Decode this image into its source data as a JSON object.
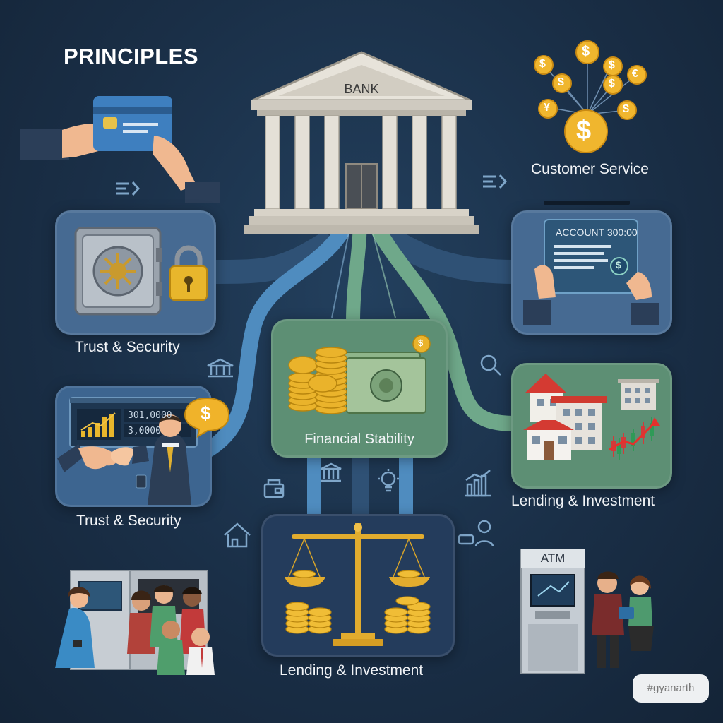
{
  "header": {
    "title": "PRINCIPLES"
  },
  "bank": {
    "sign": "BANK"
  },
  "sections": {
    "customer_service": {
      "label": "Customer Service"
    },
    "trust_security_top": {
      "label": "Trust & Security"
    },
    "trust_security_bottom": {
      "label": "Trust & Security"
    },
    "financial_stability": {
      "label": "Financial Stability"
    },
    "lending_investment_right": {
      "label": "Lending & Investment"
    },
    "lending_investment_bottom": {
      "label": "Lending & Investment"
    }
  },
  "account_card": {
    "title": "ACCOUNT 300:00"
  },
  "chart_screen": {
    "value1": "301,0000",
    "value2": "3,0000"
  },
  "atm": {
    "sign": "ATM"
  },
  "coins": {
    "dollar": "$",
    "euro": "€",
    "yen": "¥"
  },
  "footer": {
    "hashtag": "#gyanarth"
  },
  "colors": {
    "background": "#1a2f47",
    "panel_blue": "#466a92",
    "panel_green": "#5d8f74",
    "gold": "#e9b32a",
    "path_blue": "#4f8cbf",
    "path_green": "#6fa88a"
  }
}
